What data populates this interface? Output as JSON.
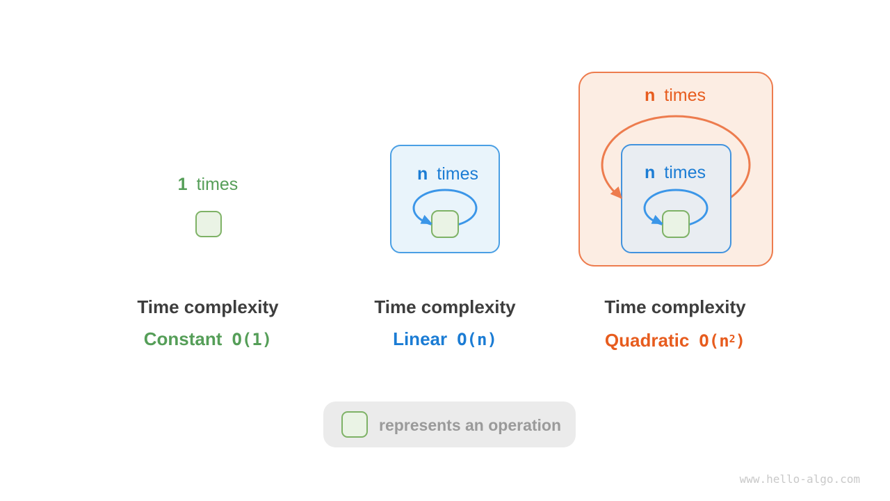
{
  "panels": {
    "constant": {
      "count": "1",
      "word": "times",
      "title": "Time complexity",
      "name": "Constant",
      "notation": "O(1)"
    },
    "linear": {
      "count": "n",
      "word": "times",
      "title": "Time complexity",
      "name": "Linear",
      "notation": "O(n)"
    },
    "quadratic": {
      "outer_count": "n",
      "outer_word": "times",
      "inner_count": "n",
      "inner_word": "times",
      "title": "Time complexity",
      "name": "Quadratic",
      "notation_pre": "O(n",
      "notation_sup": "2",
      "notation_post": ")"
    }
  },
  "legend": {
    "text": "represents an operation"
  },
  "watermark": "www.hello-algo.com",
  "colors": {
    "green_text": "#559E58",
    "green_border": "#7EB266",
    "green_fill": "#EAF3E5",
    "blue_text": "#1B7CD4",
    "blue_border": "#4A9FE4",
    "blue_loop": "#3B96E8",
    "blue_fill_light": "#E9F4FB",
    "blue_fill_gray": "#E9EDF2",
    "orange_text": "#E75C1E",
    "orange_border": "#ED7C4E",
    "orange_fill": "#FCEDE3",
    "dark_text": "#3D3D3D",
    "legend_bg": "#EBEBEB",
    "legend_text": "#9A9A9A",
    "watermark_text": "#C9C9C9"
  }
}
